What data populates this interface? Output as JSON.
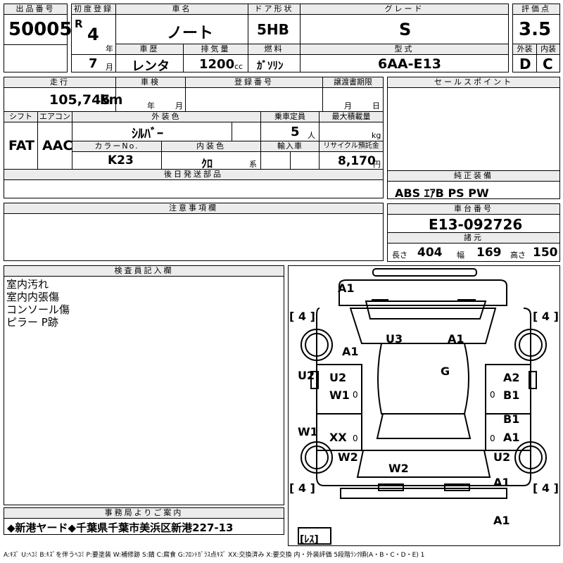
{
  "labels": {
    "lot_no": "出品番号",
    "first_reg": "初度登録",
    "car_name": "車名",
    "door_type": "ドア形状",
    "grade": "グレード",
    "rating": "評価点",
    "year_unit": "年",
    "month_unit": "月",
    "history": "車歴",
    "displacement": "排気量",
    "fuel": "燃料",
    "model": "型式",
    "exterior": "外装",
    "interior": "内装",
    "mileage": "走行",
    "inspection": "車検",
    "reg_no": "登録番号",
    "transfer_deadline": "譲渡書期限",
    "sales_point": "セールスポイント",
    "shift": "シフト",
    "aircon": "エアコン",
    "ext_color": "外装色",
    "capacity": "乗車定員",
    "max_load": "最大積載量",
    "color_no": "カラーNo.",
    "int_color": "内装色",
    "import": "輸入車",
    "recycle": "リサイクル預託金",
    "later_parts": "後日発送部品",
    "genuine_equipment": "純正装備",
    "caution": "注意事項欄",
    "chassis_no": "車台番号",
    "dimensions": "諸元",
    "length": "長さ",
    "width": "幅",
    "height": "高さ",
    "inspector": "検査員記入欄",
    "office_info": "事務局よりご案内",
    "cc_unit": "cc",
    "km_unit": "km",
    "person_unit": "人",
    "kg_unit": "kg",
    "yen_unit": "円",
    "kei_unit": "系"
  },
  "sheet": {
    "lot_no": "50005",
    "era": "R",
    "year": "4",
    "month": "7",
    "car_name": "ノート",
    "door_type": "5HB",
    "grade": "S",
    "rating": "3.5",
    "history": "レンタ",
    "displacement": "1200",
    "fuel": "ｶﾞｿﾘﾝ",
    "model": "6AA-E13",
    "exterior_grade": "D",
    "interior_grade": "C",
    "mileage": "105,745",
    "shift": "FAT",
    "aircon": "AAC",
    "ext_color": "ｼﾙﾊﾞｰ",
    "capacity": "5",
    "color_no": "K23",
    "int_color": "ｸﾛ",
    "recycle": "8,170",
    "equipment": "ABS ｴｱB PS PW",
    "chassis_no": "E13-092726",
    "length": "404",
    "width": "169",
    "height": "150",
    "inspector_notes": [
      "室内汚れ",
      "室内内張傷",
      "コンソール傷",
      "ピラー P跡"
    ],
    "office_notice": "◆新港ヤード◆千葉県千葉市美浜区新港227-13",
    "inspection_year_unit": "年",
    "inspection_month_unit": "月",
    "transfer_month_unit": "月",
    "transfer_day_unit": "日"
  },
  "diagram": {
    "damage": {
      "front_bumper": "A1",
      "hood_left": "A1",
      "windshield_left": "U3",
      "windshield_right": "A1",
      "roof": "G",
      "left_front_door_top": "U2",
      "left_front_door": "W1",
      "left_rear_door": "XX",
      "left_rear_fender": "W2",
      "left_outer_top": "U2",
      "left_outer_bottom": "W1",
      "right_front_door_top": "A2",
      "right_front_door": "B1",
      "right_rear_door_top": "B1",
      "right_rear_door": "A1",
      "right_rear_fender": "U2",
      "trunk": "W2",
      "rear_right": "A1",
      "rear_bumper": "A1",
      "zero_marks": [
        "0",
        "0",
        "0",
        "0"
      ]
    },
    "tires": {
      "front_left": "[ 4 ]",
      "front_right": "[ 4 ]",
      "rear_left": "[ 4 ]",
      "rear_right": "[ 4 ]",
      "spare": "[ﾚｽ]"
    }
  },
  "legend": "A:ｷｽﾞ U:ﾍｺﾐ B:ｷｽﾞを伴うﾍｺﾐ P:要塗装 W:補修跡 S:錆 C:腐食 G:ﾌﾛﾝﾄｶﾞﾗｽ点ｷｽﾞ XX:交換済み X:要交換 内・外装評価 5段階ﾗﾝｸ順(A・B・C・D・E) 1"
}
